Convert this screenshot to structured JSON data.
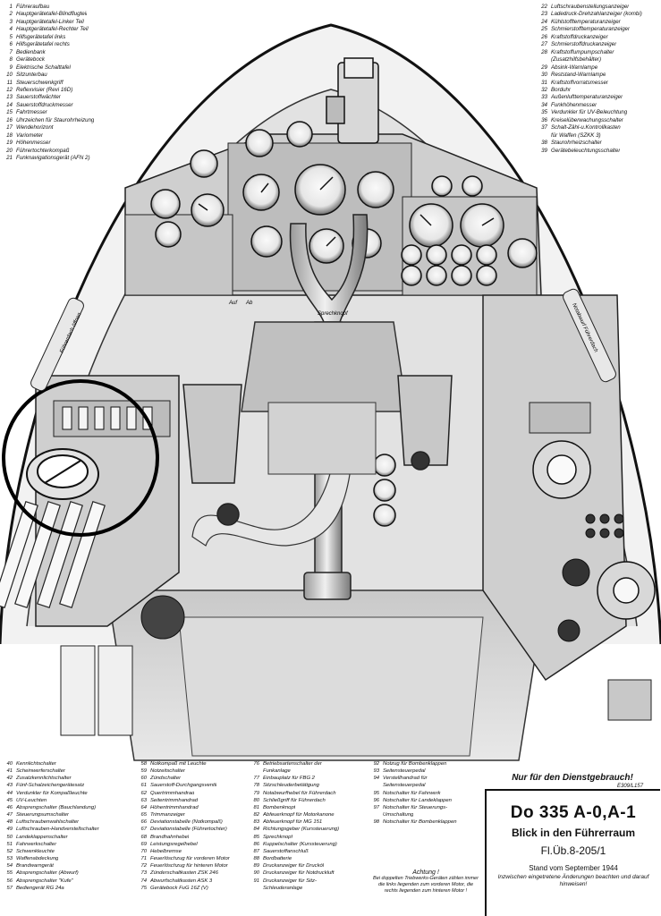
{
  "legend_top_left": [
    {
      "num": "1",
      "label": "Führeraufbau"
    },
    {
      "num": "2",
      "label": "Hauptgerätetafel-Blindflugteil"
    },
    {
      "num": "3",
      "label": "Hauptgerätetafel-Linker Teil"
    },
    {
      "num": "4",
      "label": "Hauptgerätetafel-Rechter Teil"
    },
    {
      "num": "5",
      "label": "Hilfsgerätetafel links"
    },
    {
      "num": "6",
      "label": "Hilfsgerätetafel rechts"
    },
    {
      "num": "7",
      "label": "Bedienbank"
    },
    {
      "num": "8",
      "label": "Gerätebock"
    },
    {
      "num": "9",
      "label": "Elektrische Schalttafel"
    },
    {
      "num": "10",
      "label": "Sitzunterbau"
    },
    {
      "num": "11",
      "label": "Steuerschwenkgriff"
    },
    {
      "num": "12",
      "label": "Reflexvisier (Revi 16D)"
    },
    {
      "num": "13",
      "label": "Sauerstoffwächter"
    },
    {
      "num": "14",
      "label": "Sauerstoffdruckmesser"
    },
    {
      "num": "15",
      "label": "Fahrtmesser"
    },
    {
      "num": "16",
      "label": "Uhrzeichen für Staurohrheizung"
    },
    {
      "num": "17",
      "label": "Wendehorizont"
    },
    {
      "num": "18",
      "label": "Variometer"
    },
    {
      "num": "19",
      "label": "Höhenmesser"
    },
    {
      "num": "20",
      "label": "Führertochterkompaß"
    },
    {
      "num": "21",
      "label": "Funknavigationsgerät (AFN 2)"
    }
  ],
  "legend_top_right": [
    {
      "num": "22",
      "label": "Luftschraubenstellungsanzeiger"
    },
    {
      "num": "23",
      "label": "Ladedruck-Drehzahlanzeiger (kombi)"
    },
    {
      "num": "24",
      "label": "Kühlstofftemperaturanzeiger"
    },
    {
      "num": "25",
      "label": "Schmierstofftemperaturanzeiger"
    },
    {
      "num": "26",
      "label": "Kraftstoffdruckanzeiger"
    },
    {
      "num": "27",
      "label": "Schmierstoffdruckanzeiger"
    },
    {
      "num": "28",
      "label": "Kraftstoffumpumpschalter"
    },
    {
      "num": "",
      "label": "(Zusatzhilfsbehälter)"
    },
    {
      "num": "29",
      "label": "Absink-Warnlampe"
    },
    {
      "num": "30",
      "label": "Reststand-Warnlampe"
    },
    {
      "num": "31",
      "label": "Kraftstoffvorratsmesser"
    },
    {
      "num": "32",
      "label": "Borduhr"
    },
    {
      "num": "33",
      "label": "Außenlufttemperaturanzeiger"
    },
    {
      "num": "34",
      "label": "Funkhöhenmesser"
    },
    {
      "num": "35",
      "label": "Verdunkler für UV-Beleuchtung"
    },
    {
      "num": "36",
      "label": "Kreiselüberwachungsschalter"
    },
    {
      "num": "37",
      "label": "Schalt-Zähl-u.Kontrollkasten"
    },
    {
      "num": "",
      "label": "für Waffen (SZKK 3)"
    },
    {
      "num": "38",
      "label": "Staurohrheizschalter"
    },
    {
      "num": "39",
      "label": "Gerätebeleuchtungsschalter"
    }
  ],
  "legend_bottom_1": [
    {
      "num": "40",
      "label": "Kennlichtschalter"
    },
    {
      "num": "41",
      "label": "Scheinwerferschalter"
    },
    {
      "num": "42",
      "label": "Zusatzkennlichtschalter"
    },
    {
      "num": "43",
      "label": "Fünf-Schalzeichengerätesatz"
    },
    {
      "num": "44",
      "label": "Verdunkler für Kompaßleuchte"
    },
    {
      "num": "45",
      "label": "UV-Leuchten"
    },
    {
      "num": "46",
      "label": "Absprengschalter (Bauchlandung)"
    },
    {
      "num": "47",
      "label": "Steuerungsumschalter"
    },
    {
      "num": "48",
      "label": "Luftschraubenwahlschalter"
    },
    {
      "num": "49",
      "label": "Luftschrauben-Handverstellschalter"
    },
    {
      "num": "50",
      "label": "Landeklappenschalter"
    },
    {
      "num": "51",
      "label": "Fahrwerkschalter"
    },
    {
      "num": "52",
      "label": "Schwenkleuchte"
    },
    {
      "num": "53",
      "label": "Waffenabdeckung"
    },
    {
      "num": "54",
      "label": "Brandwarngerät"
    },
    {
      "num": "55",
      "label": "Absprengschalter (Abwurf)"
    },
    {
      "num": "56",
      "label": "Absprengschalter \"Kufe\""
    },
    {
      "num": "57",
      "label": "Bediengerät RG 24a"
    }
  ],
  "legend_bottom_2": [
    {
      "num": "58",
      "label": "Notkompaß mit Leuchte"
    },
    {
      "num": "59",
      "label": "Notzeitschalter"
    },
    {
      "num": "60",
      "label": "Zündschalter"
    },
    {
      "num": "61",
      "label": "Sauerstoff-Durchgangsventil"
    },
    {
      "num": "62",
      "label": "Quertrimmhandrad"
    },
    {
      "num": "63",
      "label": "Seitentrimmhandrad"
    },
    {
      "num": "64",
      "label": "Höhentrimmhandrad"
    },
    {
      "num": "65",
      "label": "Trimmanzeiger"
    },
    {
      "num": "66",
      "label": "Deviationstabelle (Notkompaß)"
    },
    {
      "num": "67",
      "label": "Deviationstabelle (Führertochter)"
    },
    {
      "num": "68",
      "label": "Brandhahnhebel"
    },
    {
      "num": "69",
      "label": "Leistungsregelhebel"
    },
    {
      "num": "70",
      "label": "Hebelbremse"
    },
    {
      "num": "71",
      "label": "Feuerlöschzug für vorderen Motor"
    },
    {
      "num": "72",
      "label": "Feuerlöschzug für hinteren Motor"
    },
    {
      "num": "73",
      "label": "Zünderschaltkasten ZSK 246"
    },
    {
      "num": "74",
      "label": "Abwurfschaltkasten ASK 3"
    },
    {
      "num": "75",
      "label": "Gerätebock FuG 16Z (V)"
    }
  ],
  "legend_bottom_3": [
    {
      "num": "76",
      "label": "Betriebsartenschalter der"
    },
    {
      "num": "",
      "label": "Funkanlage"
    },
    {
      "num": "77",
      "label": "Einbauplatz für FBG 2"
    },
    {
      "num": "78",
      "label": "Sitzschleuderbetätigung"
    },
    {
      "num": "79",
      "label": "Notabwurfhebel für Führerdach"
    },
    {
      "num": "80",
      "label": "Schließgriff für Führerdach"
    },
    {
      "num": "81",
      "label": "Bombenknopf"
    },
    {
      "num": "82",
      "label": "Abfeuerknopf für Motorkanone"
    },
    {
      "num": "83",
      "label": "Abfeuerknopf für MG 151"
    },
    {
      "num": "84",
      "label": "Richtungsgeber (Kurssteuerung)"
    },
    {
      "num": "85",
      "label": "Sprechknopf"
    },
    {
      "num": "86",
      "label": "Kuppelschalter (Kurssteuerung)"
    },
    {
      "num": "87",
      "label": "Sauerstoffanschluß"
    },
    {
      "num": "88",
      "label": "Bordbatterie"
    },
    {
      "num": "89",
      "label": "Druckanzeiger für Druckól"
    },
    {
      "num": "90",
      "label": "Druckanzeiger für Notdruckluft"
    },
    {
      "num": "91",
      "label": "Druckanzeiger für Sitz-"
    },
    {
      "num": "",
      "label": "Schleuderanlage"
    }
  ],
  "legend_bottom_4": [
    {
      "num": "92",
      "label": "Notzug für Bombenklappen"
    },
    {
      "num": "93",
      "label": "Seitensteuerpedal"
    },
    {
      "num": "94",
      "label": "Verstellhandrad für"
    },
    {
      "num": "",
      "label": "Seitensteuerpedal"
    },
    {
      "num": "95",
      "label": "Notschalter für Fahrwerk"
    },
    {
      "num": "96",
      "label": "Notschalter für Landeklappen"
    },
    {
      "num": "97",
      "label": "Notschalter für Steuerungs-"
    },
    {
      "num": "",
      "label": "Umschaltung"
    },
    {
      "num": "98",
      "label": "Notschalter für Bombenklappen"
    }
  ],
  "note": {
    "title": "Achtung !",
    "text": "Bei doppelten Triebwerks-Geräten zählen immer die links liegenden zum vorderen Motor, die rechts liegenden zum hinteren Motor !"
  },
  "title_block": {
    "restricted": "Nur für den Dienstgebrauch!",
    "doc_code": "E309/L157",
    "main_title": "Do 335 A-0,A-1",
    "subtitle": "Blick in den Führerraum",
    "doc_number": "Fl.Üb.8-205/1",
    "date": "Stand vom September 1944",
    "change_note": "Inzwischen eingetretene Änderungen beachten und darauf hinweisen!"
  },
  "drawing_labels": {
    "pipe_label": "Sprechknopf",
    "left_handle": "Führerdach öffnen",
    "right_handle": "Notabwurf Führerdach",
    "toggle_a": "Auf",
    "toggle_b": "Ab"
  },
  "colors": {
    "ink": "#111111",
    "paper": "#ffffff",
    "shade_light": "#d4d4d4",
    "shade_mid": "#9a9a9a",
    "shade_dark": "#3a3a3a"
  }
}
